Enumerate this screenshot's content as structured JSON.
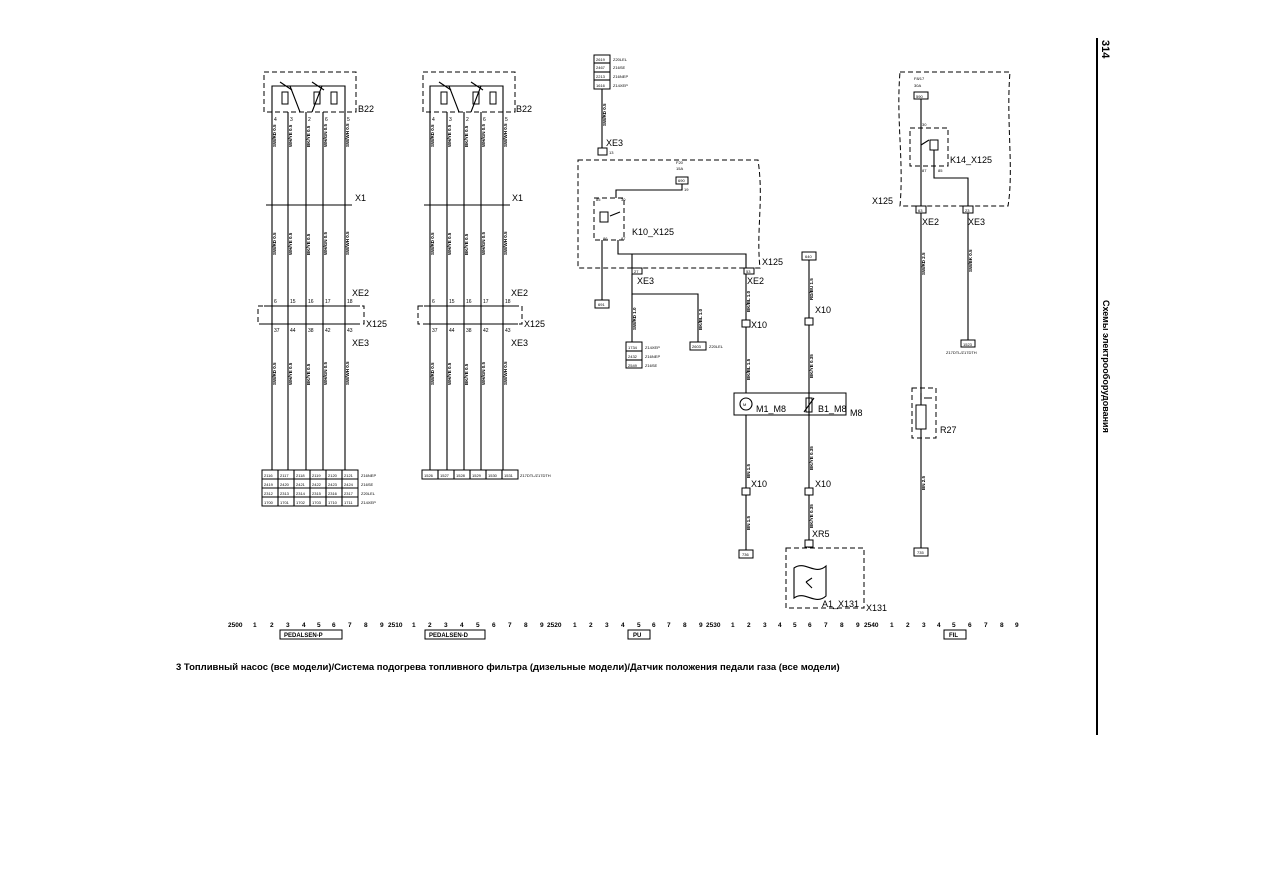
{
  "page_number": "314",
  "side_title": "Схемы электрооборудования",
  "caption": "3  Топливный насос (все модели)/Система подогрева топливного фильтра (дизельные модели)/Датчик положения педали газа (все модели)",
  "connectors": {
    "b22": "B22",
    "x1": "X1",
    "xe2": "XE2",
    "xe3": "XE3",
    "x125": "X125",
    "x10": "X10",
    "xr5": "XR5",
    "x131": "X131",
    "k10": "K10_X125",
    "k14": "K14_X125",
    "m1": "M1_M8",
    "b1": "B1_M8",
    "m8": "M8",
    "r27": "R27",
    "a1": "A1_X131"
  },
  "pedal_sensor_1": {
    "wires_upper": [
      "SW/RD 0.5",
      "WH/YE 0.5",
      "BK/YE 0.5",
      "WH/GN 0.5",
      "SW/WH 0.5"
    ],
    "wires_lower": [
      "SW/RD 0.5",
      "WH/YE 0.5",
      "BK/YE 0.5",
      "WH/GN 0.5",
      "SW/WH 0.5"
    ],
    "sensor_pins": [
      "4",
      "3",
      "2",
      "6",
      "5"
    ],
    "xe2_pins": [
      "6",
      "15",
      "16",
      "17",
      "18"
    ],
    "xe3_pins": [
      "37",
      "44",
      "38",
      "42",
      "43"
    ],
    "table": [
      [
        "2116",
        "2117",
        "2118",
        "2119",
        "2120",
        "2121",
        "Z16NEP"
      ],
      [
        "2419",
        "2420",
        "2421",
        "2422",
        "2423",
        "2424",
        "Z16SE"
      ],
      [
        "2312",
        "2313",
        "2314",
        "2315",
        "2316",
        "2317",
        "Z20LEL"
      ],
      [
        "1700",
        "1701",
        "1702",
        "1703",
        "1710",
        "1711",
        "Z14XEP"
      ]
    ]
  },
  "pedal_sensor_2": {
    "wires_upper": [
      "SW/RD 0.5",
      "WH/YE 0.5",
      "BK/YE 0.5",
      "WH/GN 0.5",
      "SW/WH 0.5"
    ],
    "wires_lower": [
      "SW/RD 0.5",
      "WH/YE 0.5",
      "BK/YE 0.5",
      "WH/GN 0.5",
      "SW/WH 0.5"
    ],
    "sensor_pins": [
      "4",
      "3",
      "2",
      "6",
      "5"
    ],
    "xe2_pins": [
      "6",
      "15",
      "16",
      "17",
      "18"
    ],
    "xe3_pins": [
      "37",
      "44",
      "38",
      "42",
      "43"
    ],
    "table": [
      [
        "1526",
        "1527",
        "1528",
        "1529",
        "1530",
        "1531",
        "Z17DTL/Z17DTH"
      ]
    ]
  },
  "fuel_pump_relay": {
    "feed_table": [
      [
        "2619",
        "Z20LEL"
      ],
      [
        "2467",
        "Z16SE"
      ],
      [
        "2213",
        "Z16NEP"
      ],
      [
        "1616",
        "Z14XEP"
      ]
    ],
    "feed_wire": "SW/RD 0.5",
    "fuse": "F20",
    "fuse_rating": "15A",
    "fuse_box": "690",
    "ground_left": "691",
    "out_wire_1": "SW/RD 1.0",
    "out_wire_2": "BK/BL 1.0",
    "xe3_pin": "13",
    "relay_pins": [
      "30",
      "85",
      "86",
      "87"
    ],
    "out_table": [
      [
        "1734",
        "Z14XEP"
      ],
      [
        "2432",
        "Z16NEP"
      ],
      [
        "2549",
        "Z16SE"
      ]
    ],
    "z20_box": "2603",
    "z20_label": "Z20LEL",
    "pump_wire": "BK/BL 1.5",
    "pump_ground": "BN 1.5",
    "ground_box": "736"
  },
  "level_sensor": {
    "top_box": "640",
    "wire_1": "RD/BU 1.5",
    "wire_2": "BK/YE 0.35",
    "wire_3": "BK/YE 0.35"
  },
  "heater_relay": {
    "fuse": "F8/17",
    "fuse_rating": "30A",
    "fuse_box": "590",
    "relay_pins": [
      "30",
      "87",
      "85"
    ],
    "xe2_pin": "63",
    "xe3_pin": "23",
    "wire_1": "SW/RD 2.5",
    "wire_2": "SW/BK 0.5",
    "bottom_box": "1523",
    "bottom_label": "Z17DTL/Z17DTH",
    "r27_wire": "BN 2.5",
    "ground_box": "735"
  },
  "ruler": {
    "marks": [
      "2500",
      "1",
      "2",
      "3",
      "4",
      "5",
      "6",
      "7",
      "8",
      "9",
      "2510",
      "1",
      "2",
      "3",
      "4",
      "5",
      "6",
      "7",
      "8",
      "9",
      "2520",
      "1",
      "2",
      "3",
      "4",
      "5",
      "6",
      "7",
      "8",
      "9",
      "2530",
      "1",
      "2",
      "3",
      "4",
      "5",
      "6",
      "7",
      "8",
      "9",
      "2540",
      "1",
      "2",
      "3",
      "4",
      "5",
      "6",
      "7",
      "8",
      "9"
    ],
    "tags": [
      "PEDALSEN-P",
      "PEDALSEN-D",
      "PU",
      "FIL"
    ]
  }
}
